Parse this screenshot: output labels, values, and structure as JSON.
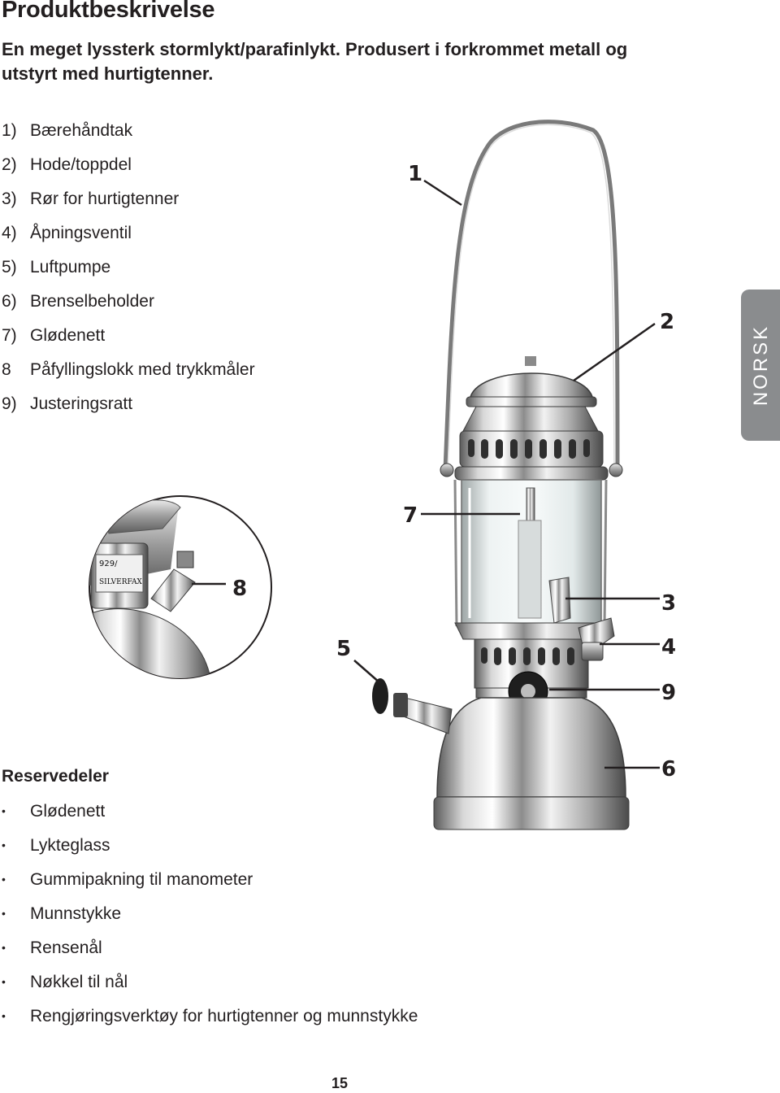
{
  "heading": "Produktbeskrivelse",
  "intro": "En meget lyssterk stormlykt/parafinlykt. Produsert i forkrommet metall og utstyrt med hurtigtenner.",
  "parts": [
    {
      "num": "1)",
      "label": "Bærehåndtak"
    },
    {
      "num": "2)",
      "label": "Hode/toppdel"
    },
    {
      "num": "3)",
      "label": "Rør for hurtigtenner"
    },
    {
      "num": "4)",
      "label": "Åpningsventil"
    },
    {
      "num": "5)",
      "label": "Luftpumpe"
    },
    {
      "num": "6)",
      "label": "Brenselbeholder"
    },
    {
      "num": "7)",
      "label": "Glødenett"
    },
    {
      "num": "8",
      "label": "Påfyllingslokk med trykkmåler"
    },
    {
      "num": "9)",
      "label": "Justeringsratt"
    }
  ],
  "spare_parts_heading": "Reservedeler",
  "spare_parts": [
    "Glødenett",
    "Lykteglass",
    "Gummipakning til manometer",
    "Munnstykke",
    "Rensenål",
    "Nøkkel til nål",
    "Rengjøringsverktøy for hurtigtenner og munnstykke"
  ],
  "bullet": "•",
  "callouts": [
    "1",
    "2",
    "3",
    "4",
    "5",
    "6",
    "7",
    "8",
    "9"
  ],
  "inset_gauge_text": [
    "SILVERFAX",
    "929/"
  ],
  "side_tab": "NORSK",
  "page_number": "15"
}
